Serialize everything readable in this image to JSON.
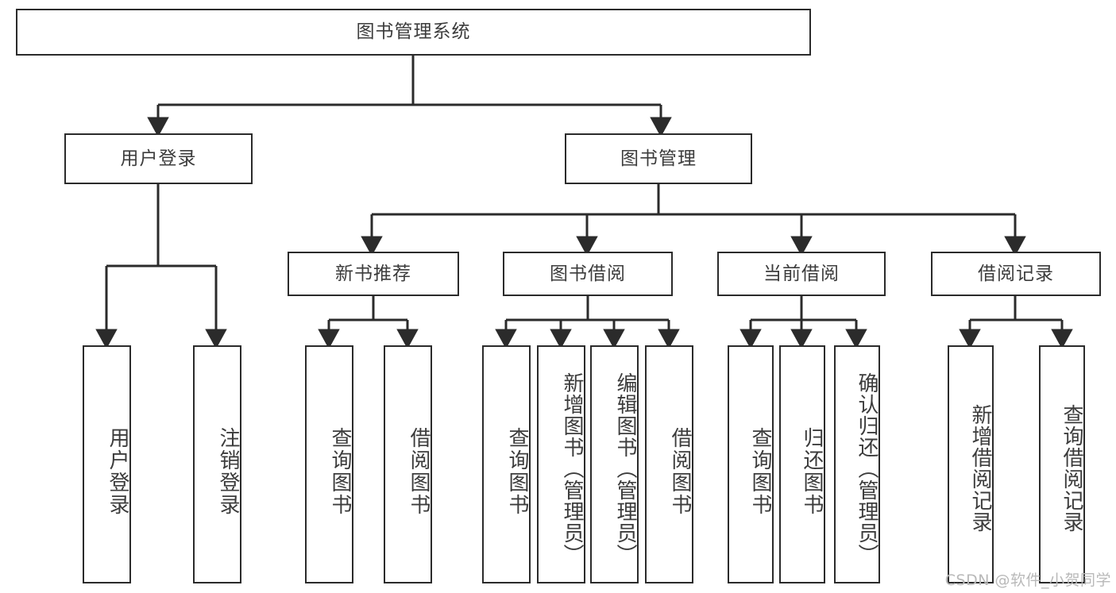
{
  "diagram": {
    "title": "图书管理系统",
    "watermark": "CSDN @软件_小贺同学",
    "root": {
      "label": "图书管理系统"
    },
    "level2": [
      {
        "label": "用户登录"
      },
      {
        "label": "图书管理"
      }
    ],
    "level3": [
      {
        "label": "新书推荐"
      },
      {
        "label": "图书借阅"
      },
      {
        "label": "当前借阅"
      },
      {
        "label": "借阅记录"
      }
    ],
    "leaves": {
      "user_login": [
        {
          "label": "用户登录"
        },
        {
          "label": "注销登录"
        }
      ],
      "new_book_recommend": [
        {
          "label": "查询图书"
        },
        {
          "label": "借阅图书"
        }
      ],
      "book_borrow": [
        {
          "label": "查询图书"
        },
        {
          "label": "新增图书（管理员）"
        },
        {
          "label": "编辑图书（管理员）"
        },
        {
          "label": "借阅图书"
        }
      ],
      "current_borrow": [
        {
          "label": "查询图书"
        },
        {
          "label": "归还图书"
        },
        {
          "label": "确认归还（管理员）"
        }
      ],
      "borrow_record": [
        {
          "label": "新增借阅记录"
        },
        {
          "label": "查询借阅记录"
        }
      ]
    },
    "colors": {
      "stroke": "#2b2b2b",
      "text": "#3c3c3c",
      "background": "#ffffff",
      "watermark": "#b9b9b9"
    }
  }
}
